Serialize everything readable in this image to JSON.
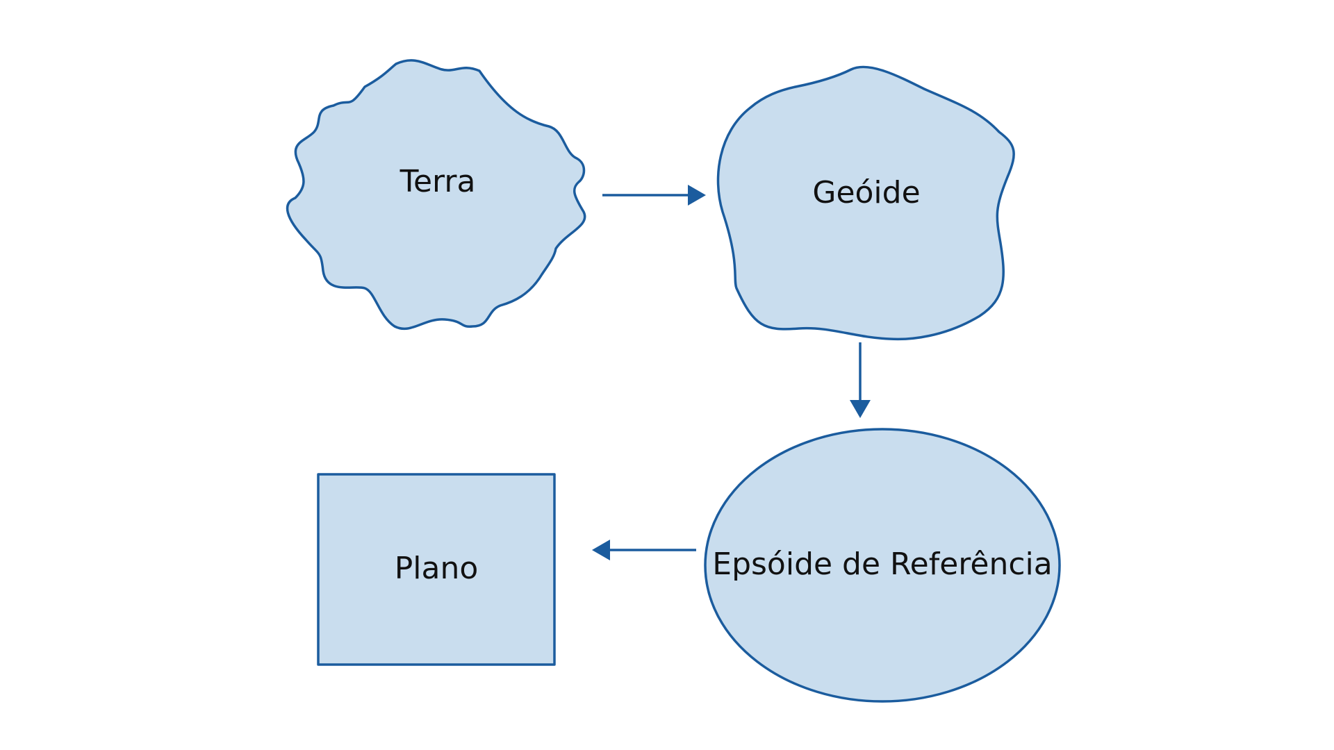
{
  "diagram": {
    "nodes": {
      "terra": {
        "label": "Terra",
        "shape": "wavy-blob"
      },
      "geoide": {
        "label": "Geóide",
        "shape": "irregular-blob"
      },
      "elipsoide": {
        "label": "Epsóide de Referência",
        "shape": "ellipse"
      },
      "plano": {
        "label": "Plano",
        "shape": "rectangle"
      }
    },
    "edges": [
      {
        "from": "Terra",
        "to": "Geóide"
      },
      {
        "from": "Geóide",
        "to": "Epsóide de Referência"
      },
      {
        "from": "Epsóide de Referência",
        "to": "Plano"
      }
    ],
    "colors": {
      "fill": "#c9ddee",
      "stroke": "#1b5c9e",
      "text": "#111111"
    }
  }
}
